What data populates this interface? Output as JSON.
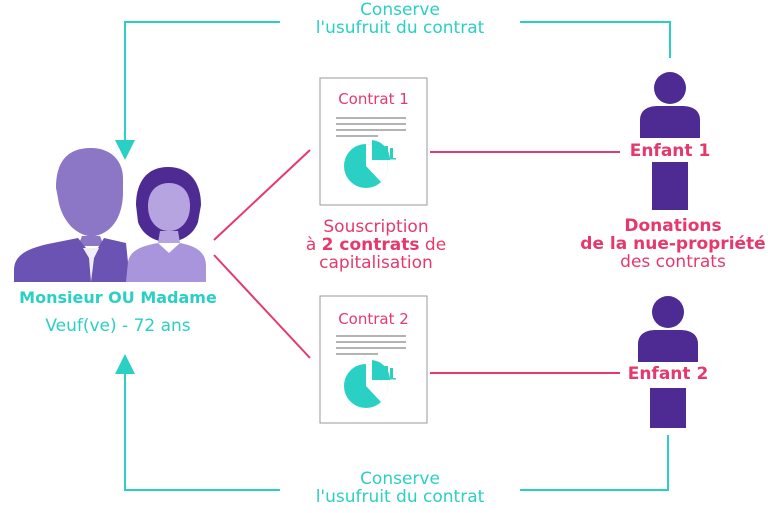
{
  "colors": {
    "teal": "#2ad0c3",
    "pink": "#e5396e",
    "purple": "#4d2b93",
    "light_purple": "#8c76c6",
    "grey": "#9a9a9a"
  },
  "top_label": {
    "line1": "Conserve",
    "line2": "l'usufruit du contrat"
  },
  "bottom_label": {
    "line1": "Conserve",
    "line2": "l'usufruit du contrat"
  },
  "couple": {
    "icon": "couple-icon",
    "name": "Monsieur OU Madame",
    "subtitle": "Veuf(ve) - 72 ans"
  },
  "contracts": [
    {
      "title": "Contrat 1",
      "icon": "document-chart-icon"
    },
    {
      "title": "Contrat 2",
      "icon": "document-chart-icon"
    }
  ],
  "subscription": {
    "line1": "Souscription",
    "line2_prefix": "à ",
    "line2_bold": "2 contrats",
    "line2_suffix": " de",
    "line3": "capitalisation"
  },
  "donations": {
    "line1": "Donations",
    "line2": "de la nue-propriété",
    "line3": "des contrats"
  },
  "children": [
    {
      "label": "Enfant 1",
      "icon": "person-icon"
    },
    {
      "label": "Enfant 2",
      "icon": "person-icon"
    }
  ]
}
